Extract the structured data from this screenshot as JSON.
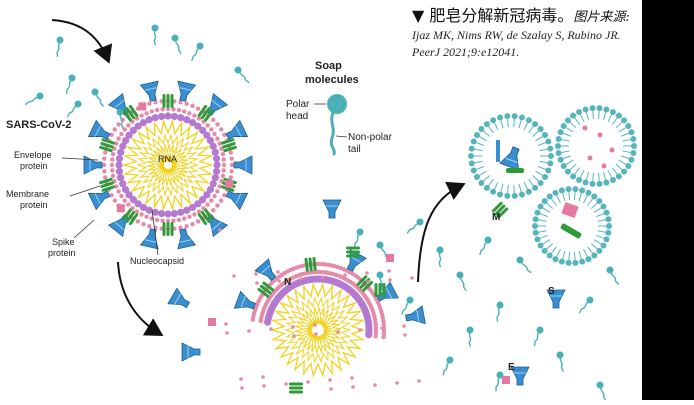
{
  "caption": {
    "title": "▼ 肥皂分解新冠病毒。",
    "source_prefix": "图片来源:",
    "citation_line1": "Ijaz MK, Nims RW, de Szalay S, Rubino JR.",
    "citation_line2": "PeerJ 2021;9:e12041."
  },
  "labels": {
    "virus": "SARS-CoV-2",
    "envelope": [
      "Envelope",
      "protein"
    ],
    "membrane": [
      "Membrane",
      "protein"
    ],
    "spike": [
      "Spike",
      "protein"
    ],
    "rna": "RNA",
    "nucleocapsid": "Nucleocapsid",
    "soap_title": [
      "Soap",
      "molecules"
    ],
    "polar_head": [
      "Polar",
      "head"
    ],
    "nonpolar_tail": [
      "Non-polar",
      "tail"
    ],
    "n_mark": "N",
    "m_mark": "M",
    "s_mark": "S",
    "e_mark": "E"
  },
  "colors": {
    "spike": "#3a8fd0",
    "membrane_protein": "#2f9a3a",
    "envelope_protein": "#e57aa0",
    "lipid_head": "#e58aa8",
    "nucleocapsid_bead": "#b57ad0",
    "rna": "#f2d21c",
    "soap_head": "#4ab0b8",
    "micelle_ring": "#57b4bd",
    "arrow": "#111111",
    "background_bar": "#000000"
  },
  "icons": [
    "soap-molecule-icon",
    "spike-protein-icon",
    "arrow-icon"
  ]
}
